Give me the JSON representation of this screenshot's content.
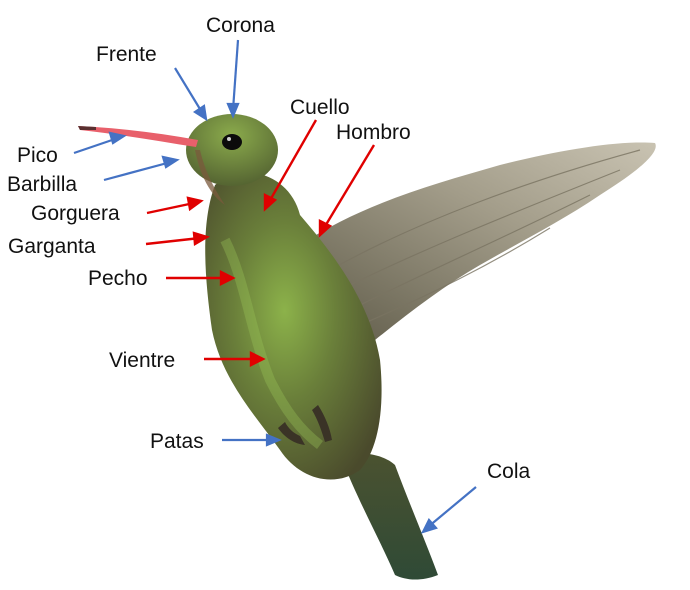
{
  "labels": {
    "corona": "Corona",
    "frente": "Frente",
    "cuello": "Cuello",
    "hombro": "Hombro",
    "pico": "Pico",
    "barbilla": "Barbilla",
    "gorguera": "Gorguera",
    "garganta": "Garganta",
    "pecho": "Pecho",
    "vientre": "Vientre",
    "patas": "Patas",
    "cola": "Cola"
  },
  "colors": {
    "blue_arrow": "#4472c4",
    "red_arrow": "#e00000",
    "label_text": "#111111"
  },
  "icons": {
    "bird": "hummingbird-illustration"
  }
}
